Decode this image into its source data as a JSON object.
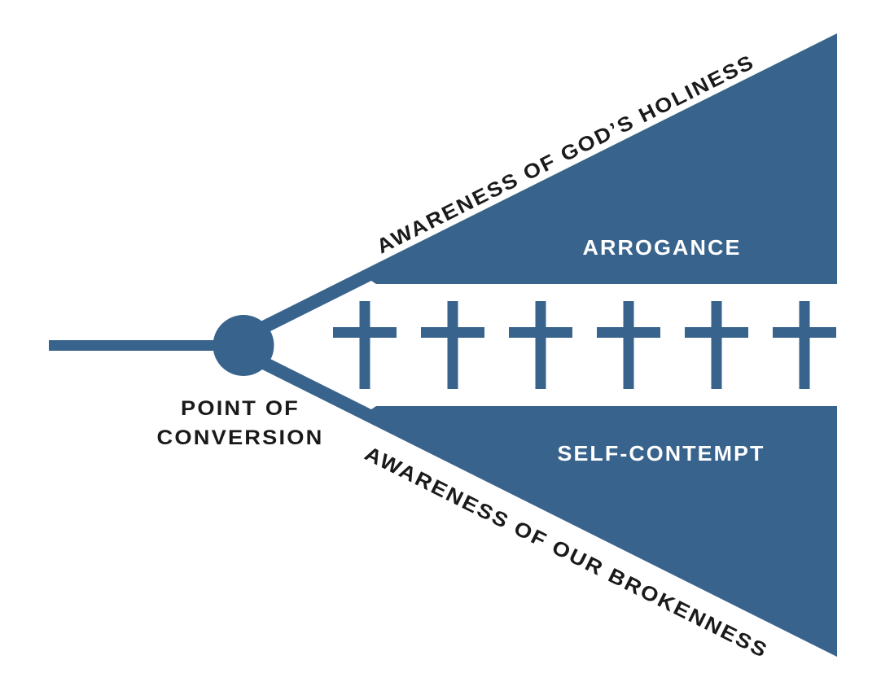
{
  "diagram": {
    "type": "conversion-gospel-diagram",
    "colors": {
      "primary": "#38638C",
      "label_dark": "#1a1a1a",
      "label_light": "#ffffff",
      "background": "#ffffff"
    },
    "labels": {
      "point_of_conversion_line1": "POINT OF",
      "point_of_conversion_line2": "CONVERSION",
      "upper_arm": "AWARENESS OF GOD’S HOLINESS",
      "lower_arm": "AWARENESS OF OUR BROKENNESS",
      "upper_region": "ARROGANCE",
      "lower_region": "SELF-CONTEMPT"
    },
    "cross_count": 6,
    "crosses": [
      {
        "icon": "cross-icon"
      },
      {
        "icon": "cross-icon"
      },
      {
        "icon": "cross-icon"
      },
      {
        "icon": "cross-icon"
      },
      {
        "icon": "cross-icon"
      },
      {
        "icon": "cross-icon"
      }
    ]
  }
}
